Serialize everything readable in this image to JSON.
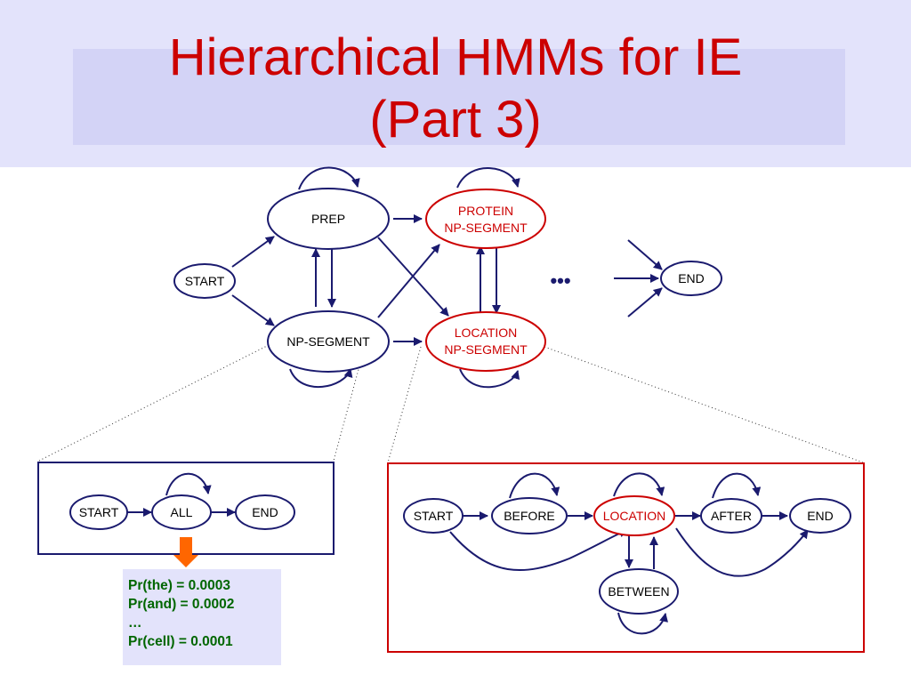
{
  "slide": {
    "title_line1": "Hierarchical HMMs for IE",
    "title_line2": "(Part 3)"
  },
  "top_model": {
    "start": "START",
    "prep": "PREP",
    "np_segment": "NP-SEGMENT",
    "protein_line1": "PROTEIN",
    "protein_line2": "NP-SEGMENT",
    "location_line1": "LOCATION",
    "location_line2": "NP-SEGMENT",
    "ellipsis": "•••",
    "end": "END"
  },
  "np_submodel": {
    "start": "START",
    "all": "ALL",
    "end": "END"
  },
  "location_submodel": {
    "start": "START",
    "before": "BEFORE",
    "location": "LOCATION",
    "after": "AFTER",
    "end": "END",
    "between": "BETWEEN"
  },
  "emissions": {
    "line1": "Pr(the) = 0.0003",
    "line2": "Pr(and) = 0.0002",
    "line3": "…",
    "line4": "Pr(cell) = 0.0001"
  },
  "colors": {
    "title": "#cc0000",
    "node_blue": "#1a1a6e",
    "node_red": "#cc0000",
    "emission_text": "#006600",
    "arrow_orange": "#ff6600"
  }
}
